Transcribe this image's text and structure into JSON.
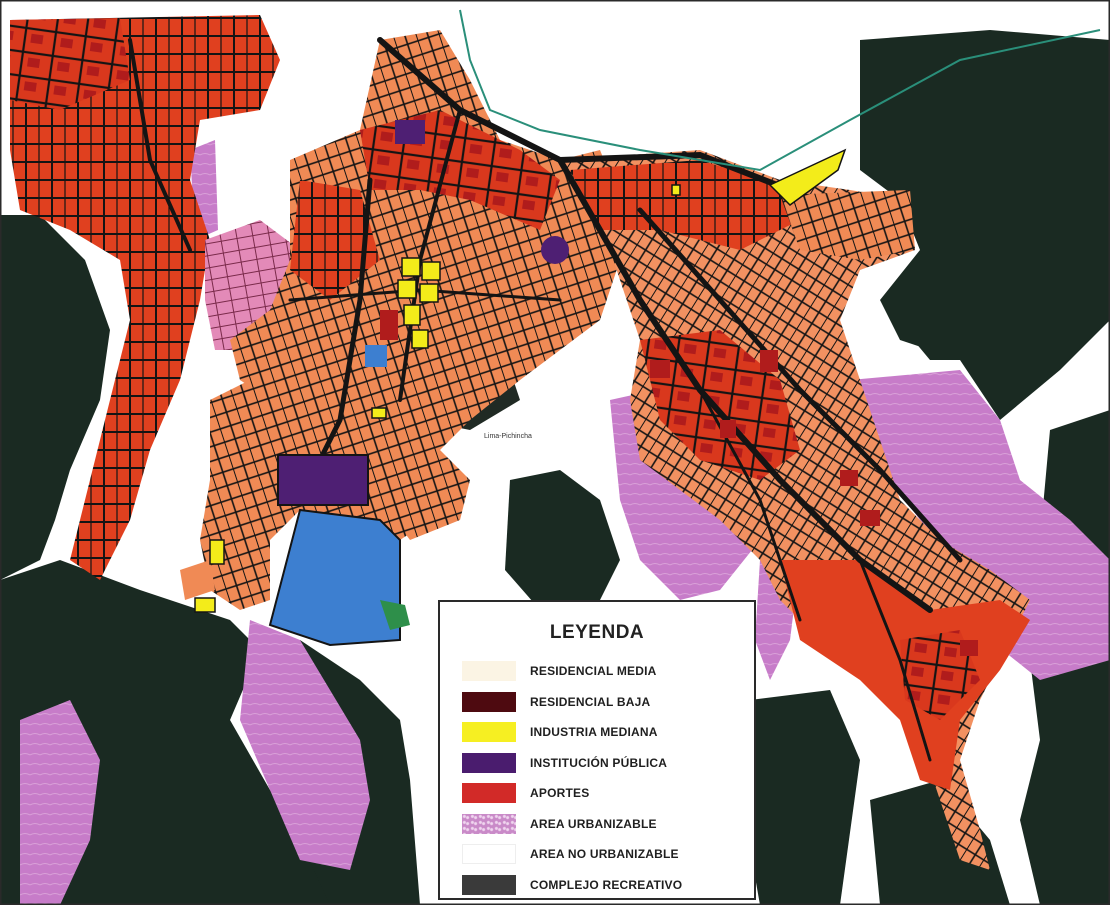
{
  "map": {
    "colors": {
      "background": "#ffffff",
      "dark_terrain": "#1a2a22",
      "residential_red": "#e0401f",
      "residential_orange": "#f08a55",
      "dark_red": "#b01c1c",
      "maroon": "#5a0d12",
      "yellow": "#f3ec1a",
      "purple": "#4e1f73",
      "blue": "#3d7fd0",
      "pink": "#c77cc9",
      "black_roads": "#141414"
    },
    "label": "Lima-Pichincha"
  },
  "legend": {
    "title": "LEYENDA",
    "items": [
      {
        "label": "RESIDENCIAL MEDIA",
        "color": "#fbf4e4",
        "icon": "swatch-residencial-media"
      },
      {
        "label": "RESIDENCIAL BAJA",
        "color": "#4e0a10",
        "icon": "swatch-residencial-baja"
      },
      {
        "label": "INDUSTRIA MEDIANA",
        "color": "#f6ef22",
        "icon": "swatch-industria-mediana"
      },
      {
        "label": "INSTITUCIÓN PÚBLICA",
        "color": "#4a1c6e",
        "icon": "swatch-institucion-publica"
      },
      {
        "label": "APORTES",
        "color": "#d22a28",
        "icon": "swatch-aportes"
      },
      {
        "label": "AREA URBANIZABLE",
        "color": "#c98ac8",
        "icon": "swatch-area-urbanizable"
      },
      {
        "label": "AREA NO URBANIZABLE",
        "color": "#ffffff",
        "icon": "swatch-area-no-urbanizable"
      },
      {
        "label": "COMPLEJO RECREATIVO",
        "color": "#3a3a3a",
        "icon": "swatch-complejo-recreativo"
      }
    ]
  }
}
